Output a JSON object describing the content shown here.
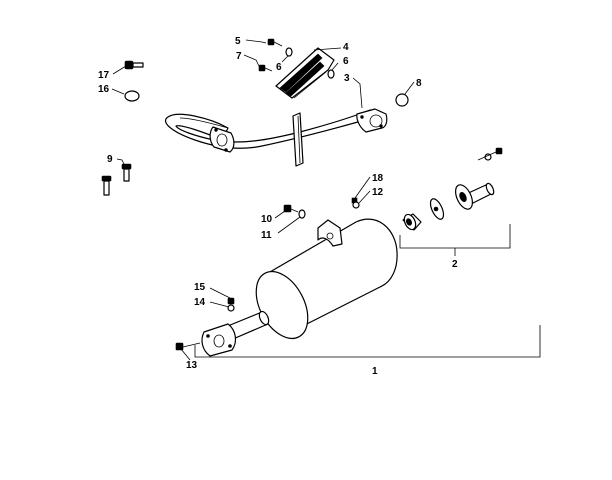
{
  "callouts": {
    "c1": "1",
    "c2": "2",
    "c3": "3",
    "c4": "4",
    "c5": "5",
    "c6a": "6",
    "c6b": "6",
    "c7": "7",
    "c8": "8",
    "c9": "9",
    "c10": "10",
    "c11": "11",
    "c12": "12",
    "c13": "13",
    "c14": "14",
    "c15": "15",
    "c16": "16",
    "c17": "17",
    "c18": "18"
  }
}
